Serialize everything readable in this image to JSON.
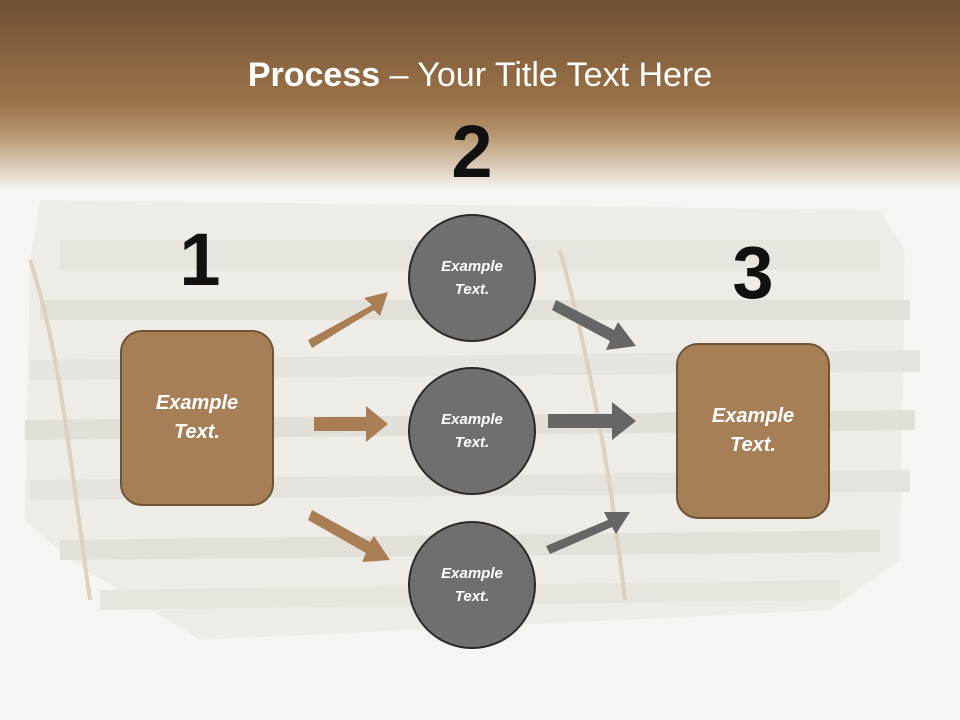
{
  "slide": {
    "title_bold": "Process",
    "title_rest": " – Your Title Text Here"
  },
  "steps": {
    "step1": {
      "number": "1",
      "line1": "Example",
      "line2": "Text."
    },
    "step2": {
      "number": "2",
      "items": [
        {
          "line1": "Example",
          "line2": "Text."
        },
        {
          "line1": "Example",
          "line2": "Text."
        },
        {
          "line1": "Example",
          "line2": "Text."
        }
      ]
    },
    "step3": {
      "number": "3",
      "line1": "Example",
      "line2": "Text."
    }
  },
  "colors": {
    "header_brown": "#8a6038",
    "box_fill": "#a77f57",
    "box_border": "#6e5434",
    "circle_fill": "#6f6f6f",
    "circle_border": "#2a2a2a",
    "arrow_left": "#a97e55",
    "arrow_right": "#666666"
  }
}
